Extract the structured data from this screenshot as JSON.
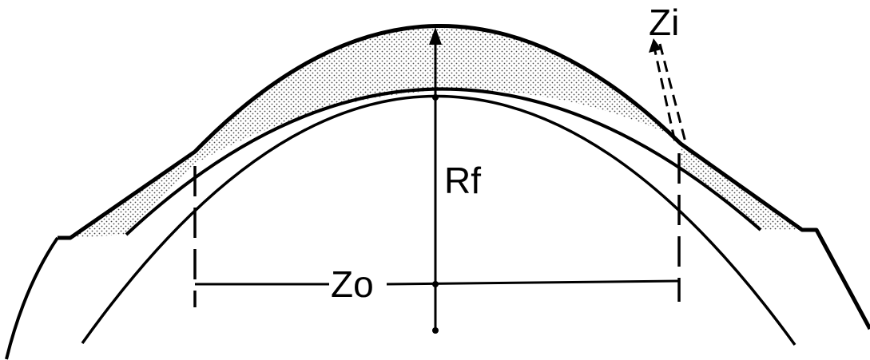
{
  "labels": {
    "zi": "Zi",
    "rf": "Rf",
    "zo": "Zo"
  },
  "colors": {
    "ink": "#000000",
    "stipple_dot": "#4a4a4a",
    "background": "#ffffff"
  }
}
